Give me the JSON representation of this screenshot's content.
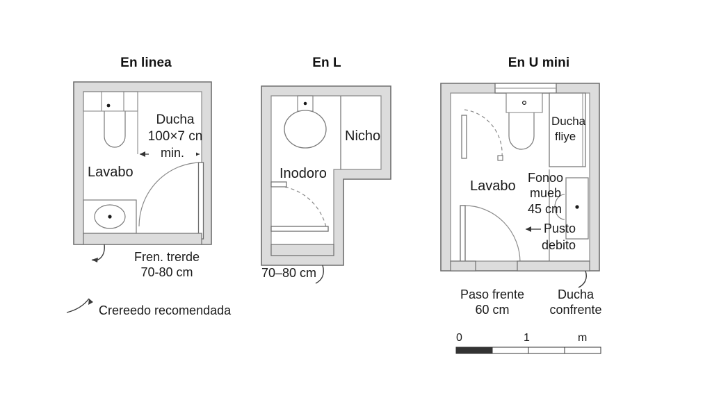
{
  "page": {
    "background": "#ffffff",
    "ink": "#1a1a1a",
    "wall_fill": "#dcdcdc",
    "wall_stroke": "#6e6e6e",
    "fixture_stroke": "#7a7a7a",
    "line_stroke": "#555555"
  },
  "plans": [
    {
      "id": "en-linea",
      "title": "En linea",
      "room_labels": [
        {
          "name": "shower-label",
          "text": "Ducha"
        },
        {
          "name": "shower-size",
          "text": "100×7 cn"
        },
        {
          "name": "shower-min",
          "text": "min."
        },
        {
          "name": "lavabo-label",
          "text": "Lavabo"
        }
      ],
      "captions": [
        {
          "name": "front-clearance-line1",
          "text": "Fren. trerde"
        },
        {
          "name": "front-clearance-line2",
          "text": "70-80 cm"
        },
        {
          "name": "recommended-note",
          "text": "Crereedo recomendada"
        }
      ]
    },
    {
      "id": "en-l",
      "title": "En L",
      "room_labels": [
        {
          "name": "nicho-label",
          "text": "Nicho"
        },
        {
          "name": "inodoro-label",
          "text": "Inodoro"
        }
      ],
      "captions": [
        {
          "name": "front-clearance",
          "text": "70–80 cm"
        }
      ]
    },
    {
      "id": "en-u-mini",
      "title": "En U mini",
      "room_labels": [
        {
          "name": "shower-label-line1",
          "text": "Ducha"
        },
        {
          "name": "shower-label-line2",
          "text": "fliye"
        },
        {
          "name": "lavabo-label",
          "text": "Lavabo"
        },
        {
          "name": "vanity-line1",
          "text": "Fonoo"
        },
        {
          "name": "vanity-line2",
          "text": "mueb"
        },
        {
          "name": "vanity-line3",
          "text": "45 cm"
        },
        {
          "name": "pusto-line1",
          "text": "Pusto"
        },
        {
          "name": "pusto-line2",
          "text": "debito"
        }
      ],
      "captions": [
        {
          "name": "paso-frente-line1",
          "text": "Paso frente"
        },
        {
          "name": "paso-frente-line2",
          "text": "60 cm"
        },
        {
          "name": "ducha-confr-line1",
          "text": "Ducha"
        },
        {
          "name": "ducha-confr-line2",
          "text": "confrente"
        }
      ]
    }
  ],
  "scale_bar": {
    "name": "scale-bar",
    "ticks": [
      "0",
      "1",
      "m"
    ],
    "unit": "m",
    "segments": 4,
    "filled_segments": 1
  }
}
